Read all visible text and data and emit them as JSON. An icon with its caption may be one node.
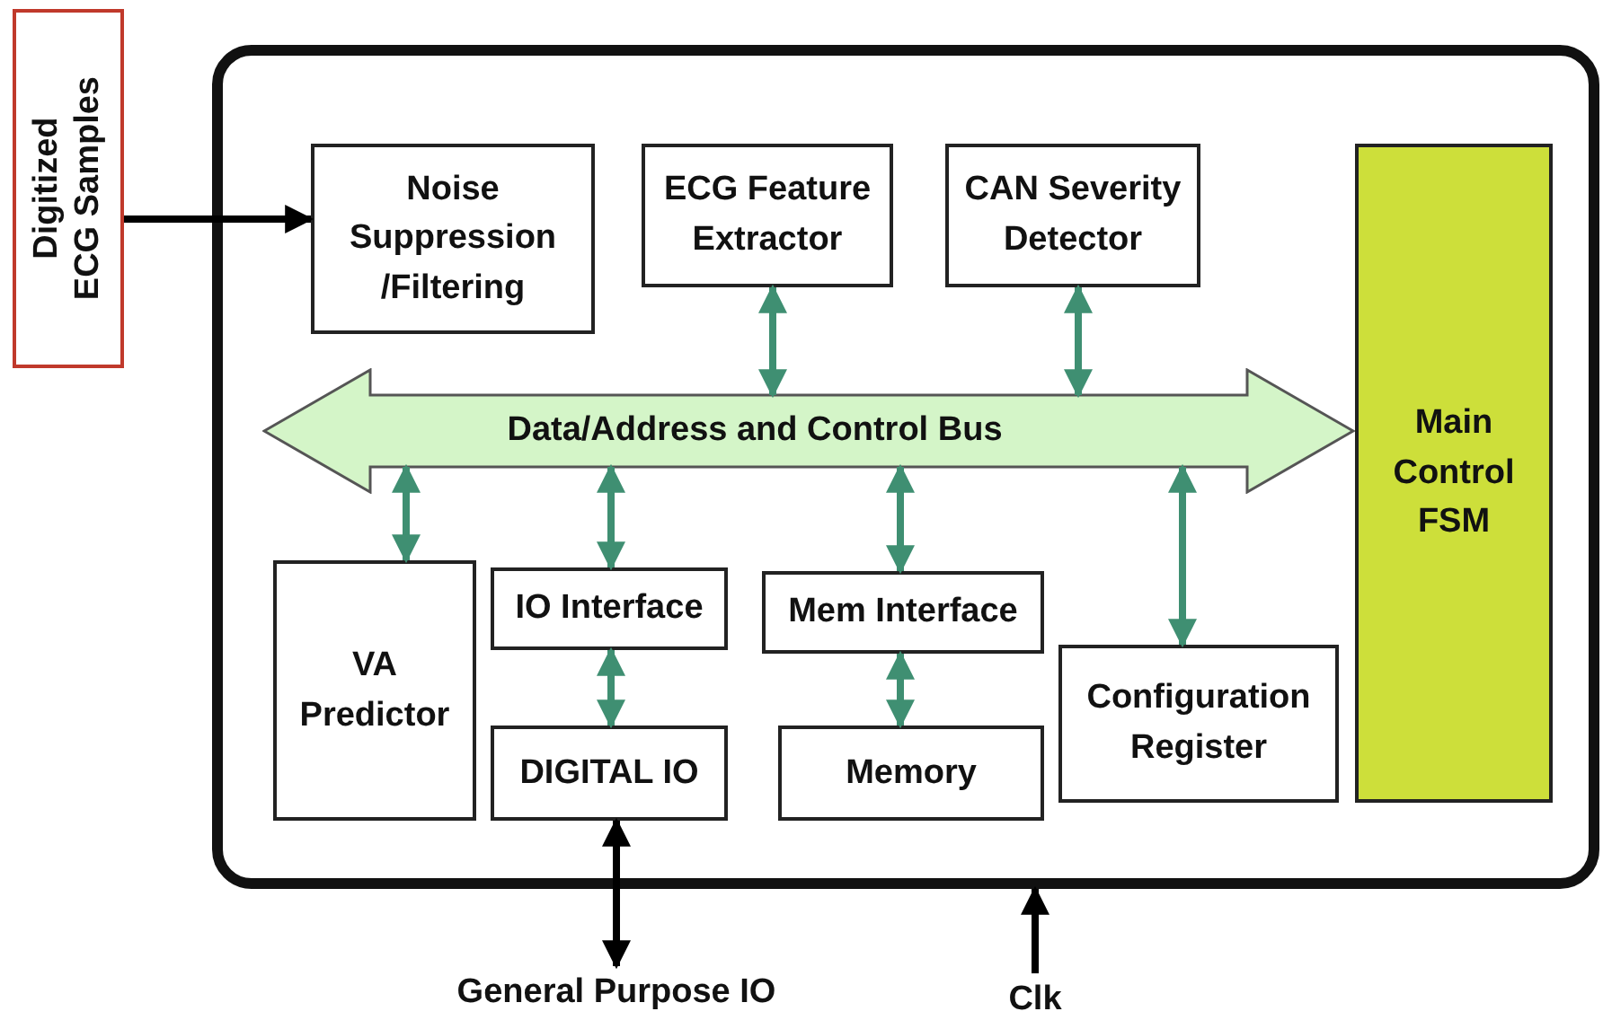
{
  "diagram": {
    "nodes": [
      {
        "text": [
          "Digitized ECG Samples"
        ]
      },
      {
        "text": [],
        "shape": "box"
      },
      {
        "text": [
          "Noise Suppression /Filtering"
        ],
        "in": 1
      },
      {
        "text": [
          "ECG Feature Extractor"
        ],
        "in": 1
      },
      {
        "text": [
          "CAN Severity Detector"
        ],
        "in": 1
      },
      {
        "text": [
          "Main Control FSM"
        ],
        "in": 1
      },
      {
        "text": [
          "Data/Address and Control Bus"
        ],
        "in": 1
      },
      {
        "text": [
          "VA Predictor"
        ],
        "in": 1
      },
      {
        "text": [
          "IO Interface"
        ],
        "in": 1
      },
      {
        "text": [
          "Mem Interface"
        ],
        "in": 1
      },
      {
        "text": [
          "Configuration Register"
        ],
        "in": 1
      },
      {
        "text": [
          "DIGITAL IO"
        ],
        "in": 1
      },
      {
        "text": [
          "Memory"
        ],
        "in": 1
      },
      {
        "text": [
          "General Purpose IO"
        ]
      },
      {
        "text": [
          "Clk"
        ]
      }
    ],
    "edges": [
      {
        "from": 0,
        "to": 2,
        "arrow": "to",
        "color": "#000000"
      },
      {
        "from": 3,
        "to": 6,
        "arrow": "both"
      },
      {
        "from": 4,
        "to": 6,
        "arrow": "both"
      },
      {
        "from": 6,
        "to": 7,
        "arrow": "both"
      },
      {
        "from": 6,
        "to": 8,
        "arrow": "both"
      },
      {
        "from": 6,
        "to": 9,
        "arrow": "both"
      },
      {
        "from": 6,
        "to": 10,
        "arrow": "both"
      },
      {
        "from": 8,
        "to": 11,
        "arrow": "both"
      },
      {
        "from": 9,
        "to": 12,
        "arrow": "both"
      },
      {
        "from": 11,
        "to": 13,
        "arrow": "both",
        "color": "#000000"
      },
      {
        "from": 14,
        "to": 1,
        "arrow": "to",
        "color": "#000000"
      }
    ]
  }
}
